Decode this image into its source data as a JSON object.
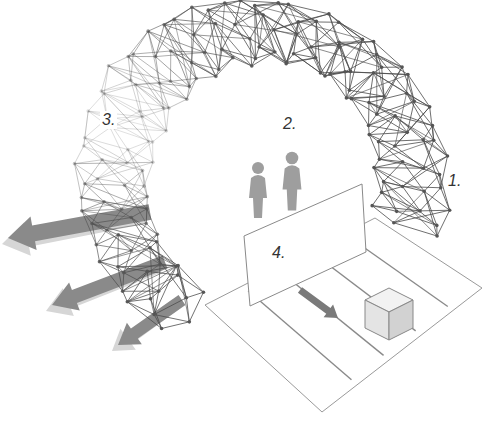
{
  "diagram": {
    "labels": [
      "3.",
      "2.",
      "1.",
      "4."
    ]
  }
}
